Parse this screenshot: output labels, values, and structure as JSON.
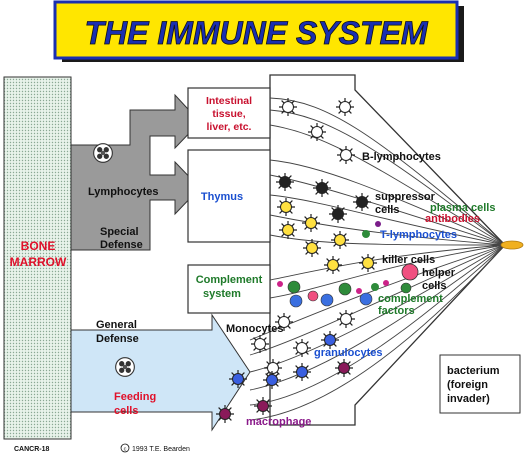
{
  "title": "THE IMMUNE SYSTEM",
  "bone_marrow": {
    "line1": "BONE",
    "line2": "MARROW"
  },
  "left_labels": {
    "lymphocytes": "Lymphocytes",
    "special_defense_1": "Special",
    "special_defense_2": "Defense",
    "general_defense_1": "General",
    "general_defense_2": "Defense",
    "feeding_cells_1": "Feeding",
    "feeding_cells_2": "cells"
  },
  "boxes": {
    "intestinal_1": "Intestinal",
    "intestinal_2": "tissue,",
    "intestinal_3": "liver, etc.",
    "thymus": "Thymus",
    "complement_1": "Complement",
    "complement_2": "system"
  },
  "cell_labels": {
    "b_lymphocytes": "B-lymphocytes",
    "suppressor_1": "suppressor",
    "suppressor_2": "cells",
    "plasma_cells": "plasma cells",
    "antibodies": "antibodies",
    "t_lymphocytes": "T-lymphocytes",
    "killer_cells": "killer cells",
    "helper_1": "helper",
    "helper_2": "cells",
    "complement_factors_1": "complement",
    "complement_factors_2": "factors",
    "monocytes": "Monocytes",
    "granulocytes": "granulocytes",
    "macrophage": "macrophage"
  },
  "bacterium": {
    "line1": "bacterium",
    "line2": "(foreign",
    "line3": "invader)"
  },
  "footer": {
    "code": "CANCR-18",
    "copyright": "1993 T.E. Bearden"
  },
  "colors": {
    "title_banner": "#ffe600",
    "title_text": "#1a2fb0",
    "bone_marrow_text": "#e0102a",
    "bone_marrow_fill": "#d9efe0",
    "thymus_text": "#1a4fd0",
    "complement_text": "#1f7a2a",
    "intestinal_text": "#c8102e",
    "feeding_arrow": "#cfe6f7",
    "special_arrow": "#9a9a9a",
    "bacterium": "#f0b020"
  }
}
